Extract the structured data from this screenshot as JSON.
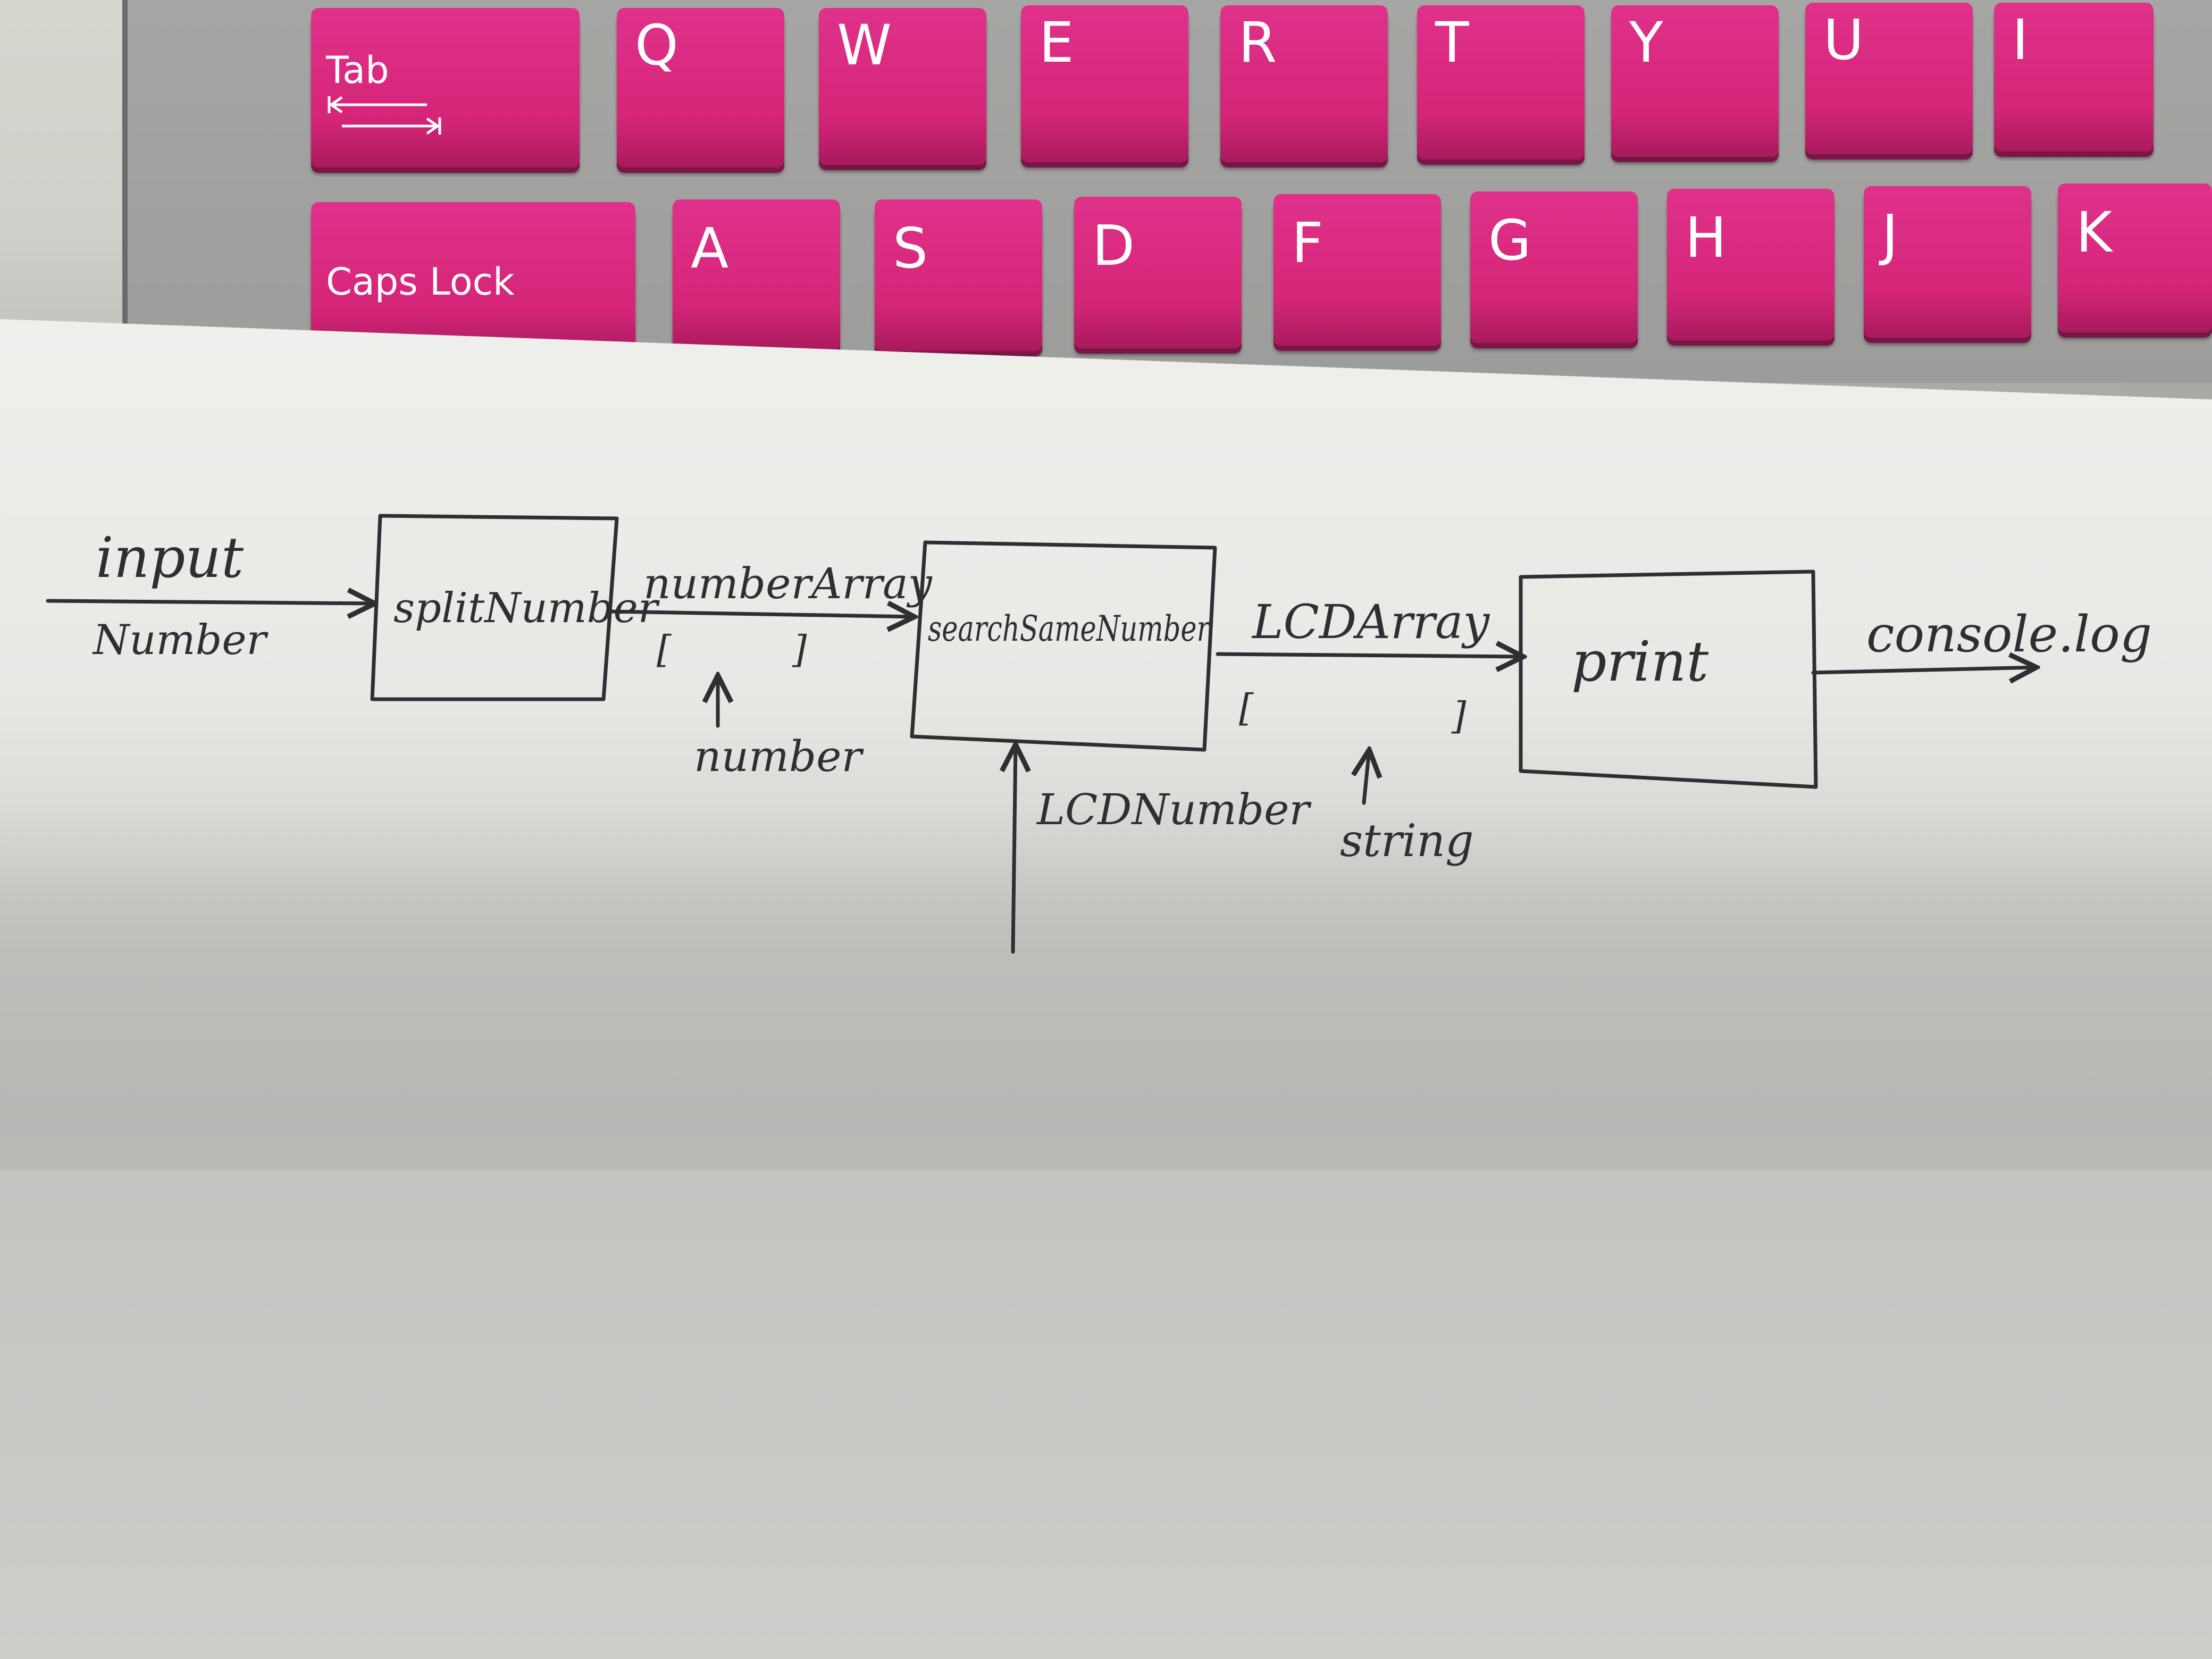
{
  "keyboard": {
    "tab_label": "Tab",
    "caps_label": "Caps Lock",
    "row1": [
      "Q",
      "W",
      "E",
      "R",
      "T",
      "Y",
      "U",
      "I"
    ],
    "row2": [
      "A",
      "S",
      "D",
      "F",
      "G",
      "H",
      "J",
      "K"
    ],
    "key_color": "#d92780"
  },
  "diagram": {
    "input_top": "input",
    "input_bottom": "Number",
    "box1": "splitNumber",
    "edge1_top": "numberArray",
    "edge1_open": "[",
    "edge1_close": "]",
    "edge1_item": "number",
    "box2": "searchSameNumber",
    "box2_input": "LCDNumber",
    "edge2_top": "LCDArray",
    "edge2_open": "[",
    "edge2_close": "]",
    "edge2_item": "string",
    "box3": "print",
    "output": "console.log",
    "ink_color": "#2f2f32"
  }
}
